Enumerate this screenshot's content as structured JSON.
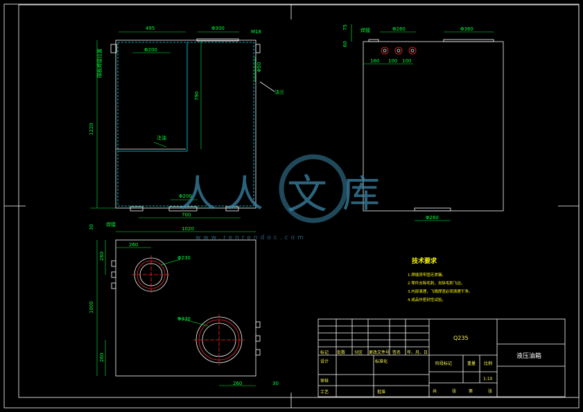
{
  "front_view": {
    "dims": {
      "top_left_width": "495",
      "top_opening": "Φ300",
      "plate_note": "M18",
      "inner_circle": "Φ200",
      "inner_height": "790",
      "side_port": "Φ50",
      "total_height": "1220",
      "bottom_port": "Φ200",
      "bottom_width": "700",
      "bottom_offset": "30",
      "left_label": "隔板焊接位置",
      "mid_label": "注油",
      "right_callout": "法兰",
      "section_label": "焊接"
    }
  },
  "side_view": {
    "dims": {
      "top_offset": "75",
      "left_offset": "60",
      "label": "焊接",
      "holes_span": "Φ260",
      "right_top": "Φ360",
      "hole_1": "160",
      "hole_2": "100",
      "hole_3": "100",
      "bottom_width": "Φ260"
    }
  },
  "top_view": {
    "dims": {
      "total_width": "1020",
      "offset_x": "260",
      "offset_y": "260",
      "circle_small": "Φ230",
      "total_depth": "1000",
      "circle_large": "Φ330",
      "bottom_y": "260",
      "bottom_x": "260",
      "edge": "30"
    }
  },
  "tech_notes": {
    "title": "技术要求",
    "items": [
      "1.焊缝须牢固无渗漏。",
      "2.零件去除毛刺，去除毛刺飞边。",
      "3.内部清理，飞溅焊渣必须清理干净。",
      "4.成品作密封性试验。"
    ]
  },
  "title_block": {
    "material": "Q235",
    "drawing_name": "液压油箱",
    "scale": "1:10",
    "row_labels": [
      "标记",
      "处数",
      "分区",
      "更改文件号",
      "签名",
      "年、月、日"
    ],
    "design": "设计",
    "standard": "标准化",
    "review": "审核",
    "process": "工艺",
    "approve": "批准",
    "stage": "阶段标记",
    "weight": "重量",
    "ratio": "比例",
    "sheet_total": "共",
    "sheet": "张",
    "page_no": "第",
    "page": "张"
  },
  "watermark": {
    "chars": [
      "人",
      "人",
      "文",
      "库"
    ],
    "url": "www.renrendoc.com"
  },
  "colors": {
    "background": "#000000",
    "outline": "#ffffff",
    "dimension": "#00ff3c",
    "hidden": "#00e5ff",
    "center": "#ff2a2a",
    "text": "#ffff00",
    "watermark": "#3b86a8"
  }
}
